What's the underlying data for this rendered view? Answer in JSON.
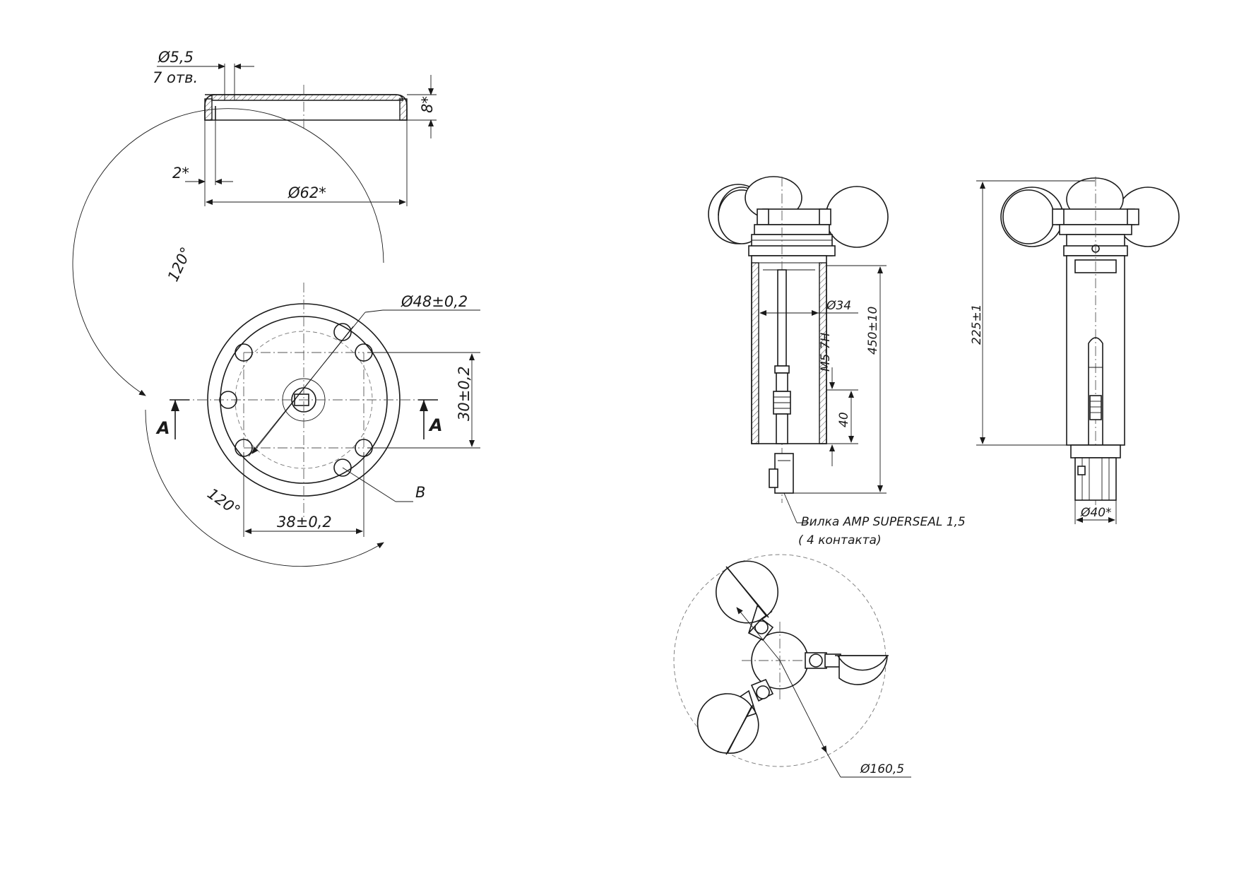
{
  "gasket": {
    "hole_dia": "Ø5,5",
    "hole_count": "7 отв.",
    "thickness": "8*",
    "wall": "2*",
    "outer_dia": "Ø62*"
  },
  "base_plate": {
    "angle_top": "120°",
    "angle_bottom": "120°",
    "pcd": "Ø48±0,2",
    "vertical_spacing": "30±0,2",
    "horizontal_spacing": "38±0,2",
    "section_left": "A",
    "section_right": "A",
    "view_b": "B"
  },
  "side_view": {
    "bore": "Ø34",
    "height_total": "450±10",
    "thread": "M5-7H",
    "thread_depth": "40",
    "connector_line1": "Вилка AMP SUPERSEAL 1,5",
    "connector_line2": "( 4 контакта)"
  },
  "front_view": {
    "height": "225±1",
    "body_dia": "Ø40*"
  },
  "top_view": {
    "sweep_dia": "Ø160,5"
  }
}
